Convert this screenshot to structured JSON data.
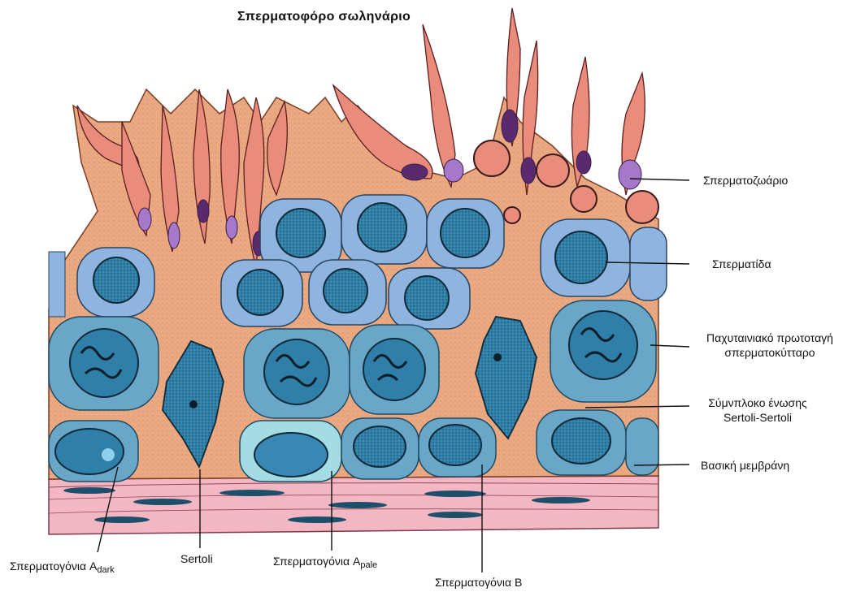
{
  "title": "Σπερματοφόρο σωληνάριο",
  "labels": {
    "spermatozoon": "Σπερματοζωάριο",
    "spermatid": "Σπερματίδα",
    "pachytene_line1": "Παχυταινιακό πρωτοταγή",
    "pachytene_line2": "σπερματοκύτταρο",
    "junction_line1": "Σύμνπλοκο ένωσης",
    "junction_line2": "Sertoli-Sertoli",
    "basal_membrane": "Βασική μεμβράνη",
    "sertoli": "Sertoli",
    "spermatogonia_a_dark_main": "Σπερματογόνια A",
    "spermatogonia_a_dark_sub": "dark",
    "spermatogonia_a_pale_main": "Σπερματογόνια A",
    "spermatogonia_a_pale_sub": "pale",
    "spermatogonia_b": "Σπερματογόνια B"
  },
  "colors": {
    "sertoli": "#eba982",
    "spermatid_head": "#e98c7c",
    "cell_blue_light": "#8fb4e0",
    "cell_blue_mid": "#6aa6c8",
    "nucleus": "#2f7fa8",
    "basal_pink": "#f3b6c3",
    "acrosome": "#a678c9"
  }
}
